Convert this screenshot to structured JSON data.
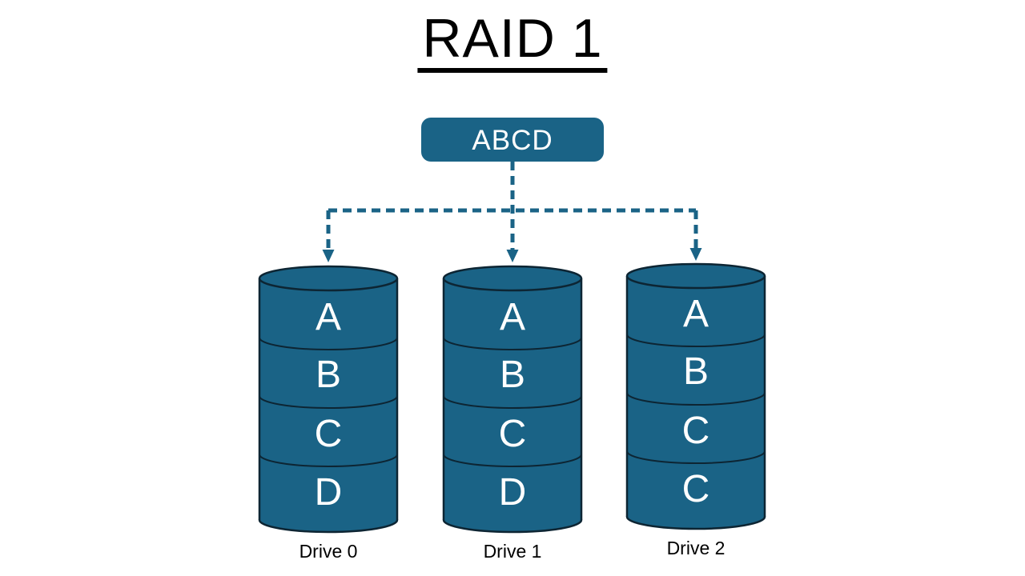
{
  "title": "RAID 1",
  "colors": {
    "teal": "#1a6386",
    "outline": "#0d2533",
    "letter": "#ffffff",
    "label": "#000000",
    "background": "#ffffff"
  },
  "source_block": {
    "label": "ABCD"
  },
  "drives": [
    {
      "label": "Drive 0",
      "blocks": [
        "A",
        "B",
        "C",
        "D"
      ]
    },
    {
      "label": "Drive 1",
      "blocks": [
        "A",
        "B",
        "C",
        "D"
      ]
    },
    {
      "label": "Drive 2",
      "blocks": [
        "A",
        "B",
        "C",
        "C"
      ]
    }
  ]
}
